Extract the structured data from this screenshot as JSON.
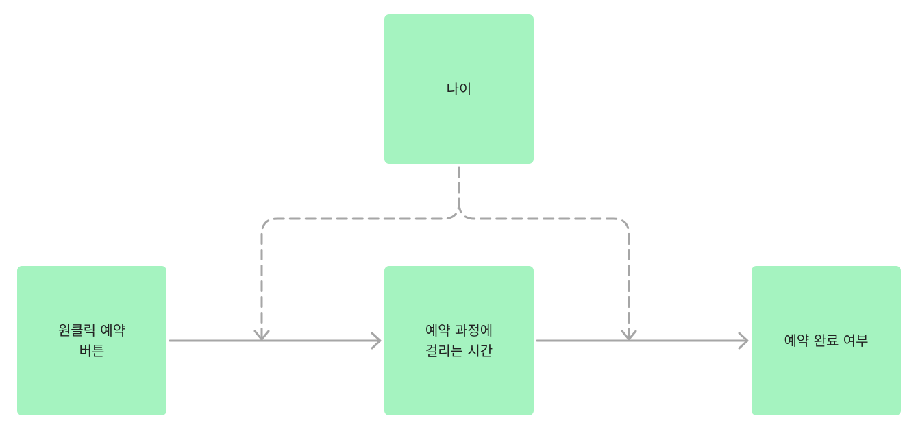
{
  "colors": {
    "node_fill": "#a5f3c0",
    "edge": "#a6a6a6",
    "text": "#222222",
    "background": "#ffffff"
  },
  "nodes": {
    "age": {
      "label": "나이"
    },
    "button": {
      "label": "원클릭 예약\n버튼"
    },
    "time": {
      "label": "예약 과정에\n걸리는 시간"
    },
    "complete": {
      "label": "예약 완료 여부"
    }
  },
  "edges": [
    {
      "from": "button",
      "to": "time",
      "style": "solid"
    },
    {
      "from": "time",
      "to": "complete",
      "style": "solid"
    },
    {
      "from": "age",
      "to": "button-time edge",
      "style": "dashed"
    },
    {
      "from": "age",
      "to": "time-complete edge",
      "style": "dashed"
    }
  ]
}
